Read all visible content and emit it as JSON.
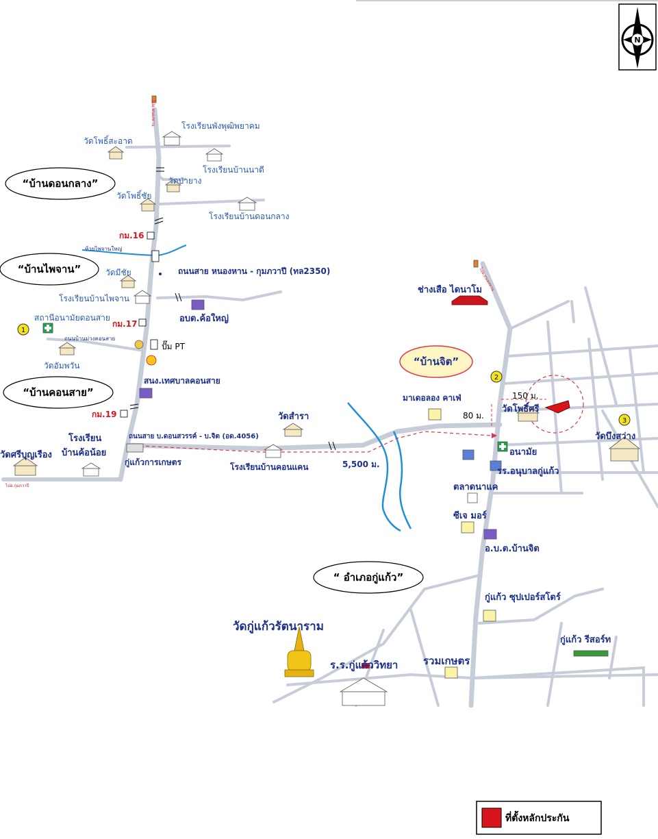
{
  "compass": {
    "letter": "N"
  },
  "areas": {
    "don_klang": "“บ้านดอนกลาง”",
    "phai_chan": "“บ้านไพจาน”",
    "khon_sai": "“บ้านคอนสาย”",
    "ban_chit": "“บ้านจิต”",
    "amphoe": "“ อำเภอกู่แก้ว”"
  },
  "labels": {
    "wat_phosaart": "วัดโพธิ์สะอาด",
    "rr_phang": "โรงเรียนพังพุฒิพยาคม",
    "rr_nadi": "โรงเรียนบ้านนาดี",
    "wat_pa_yang": "วัดป่ายาง",
    "wat_phochai": "วัดโพธิ์ชัย",
    "rr_don_klang": "โรงเรียนบ้านดอนกลาง",
    "km16": "กม.16",
    "huai_phai_chan": "ห้วยไพจานใหญ่",
    "wat_mi_chai": "วัดมีชัย",
    "road_2350": "ถนนสาย หนองหาน - กุมภวาปี (ทล2350)",
    "rr_phai_chan": "โรงเรียนบ้านไพจาน",
    "obt_kho_yai": "อบต.ค้อใหญ่",
    "health_station": "สถานีอนามัยดอนสาย",
    "km17": "กม.17",
    "road_muang": "ถนนบ้านม่วงคอนสาย",
    "pump_pt": "ปั๊ม PT",
    "wat_amphan": "วัดอัมพวัน",
    "snong": "สนง.เทศบาลคอนสาย",
    "km19": "กม.19",
    "rr_kho_noi_1": "โรงเรียน",
    "rr_kho_noi_2": "บ้านค้อน้อย",
    "wat_sibunruang": "วัดศรีบุญเรือง",
    "road_4056": "ถนนสาย บ.ดอนสวรรค์ - บ.จิต (อด.4056)",
    "ku_kaeo_kaset": "กู่แก้วการเกษตร",
    "wat_samra": "วัดสำรา",
    "rr_khon_khaen": "โรงเรียนบ้านคอนแคน",
    "dist_5500": "5,500 ม.",
    "to_kumphawapi": "ไปอ.กุมภวาปี",
    "to_top_left": "ไปอ.หนองหาน",
    "to_top_right": "ไปอ.หนองหาน",
    "chang_suea": "ช่างเสือ ไดนาโม",
    "ma_cafe": "มาเดอลอง คาเฟ่",
    "dist_150": "150 ม.",
    "dist_80": "80 ม.",
    "wat_phosi": "วัดโพธิ์ศรี",
    "wat_bueng_sawang": "วัดบึงสว่าง",
    "anamai": "อนามัย",
    "anuban": "รร.อนุบาลกู่แก้ว",
    "talat": "ตลาดนาแค",
    "cj": "ซีเจ มอร์",
    "obt_ban_chit": "อ.บ.ต.บ้านจิต",
    "super": "กู่แก้ว ซุปเปอร์สโตร์",
    "resort": "กู่แก้ว รีสอร์ท",
    "wat_ku_kaeo": "วัดกู่แก้วรัตนาราม",
    "rr_wittaya": "ร.ร.กู่แก้ววิทยา",
    "ruam_kaset": "รวมเกษตร",
    "pin_1": "1",
    "pin_2": "2",
    "pin_3": "3"
  },
  "legend": {
    "label": "ที่ตั้งหลักประกัน",
    "color": "#d8141d"
  },
  "colors": {
    "road": "#c7cdd8",
    "river": "#1e8fd6",
    "accent_red": "#d8141d",
    "label_blue": "#2a5bb3"
  }
}
